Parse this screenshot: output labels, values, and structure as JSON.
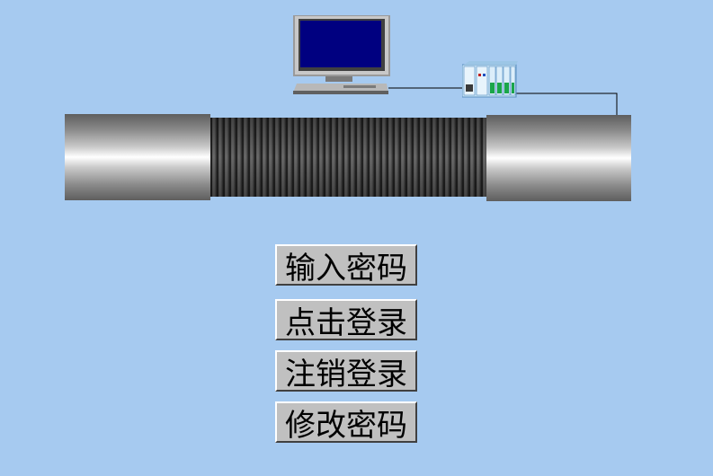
{
  "buttons": {
    "enter_password": "输入密码",
    "login": "点击登录",
    "logout": "注销登录",
    "change_password": "修改密码"
  },
  "icons": {
    "computer": "computer-monitor-icon",
    "plc": "plc-module-icon"
  },
  "colors": {
    "background": "#a6caf0",
    "screen": "#000080",
    "button_face": "#c0c0c0"
  }
}
